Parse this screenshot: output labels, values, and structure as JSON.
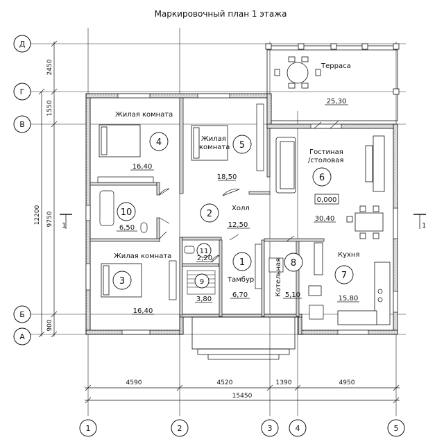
{
  "title": "Маркировочный план 1 этажа",
  "axes_rows": [
    "Д",
    "Г",
    "В",
    "Б",
    "А"
  ],
  "axes_cols": [
    "1",
    "2",
    "3",
    "4",
    "5"
  ],
  "dims_left": {
    "d_g": "2450",
    "g_v": "1550",
    "total_big": "12200",
    "total_small": "9750",
    "b_a": "900"
  },
  "dims_bottom": {
    "c12": "4590",
    "c23": "4520",
    "c34": "1390",
    "c45": "4950",
    "total": "15450"
  },
  "section_mark": "1",
  "level_mark": "0,000",
  "rooms": [
    {
      "number": "1",
      "name": "Тамбур",
      "area": "6,70"
    },
    {
      "number": "2",
      "name": "Холл",
      "area": "12,50"
    },
    {
      "number": "3",
      "name": "Жилая комната",
      "area": "16,40"
    },
    {
      "number": "4",
      "name": "Жилая комната",
      "area": "16,40"
    },
    {
      "number": "5",
      "name_line1": "Жилая",
      "name_line2": "комната",
      "area": "18,50"
    },
    {
      "number": "6",
      "name_line1": "Гостиная",
      "name_line2": "/столовая",
      "area": "30,40"
    },
    {
      "number": "7",
      "name": "Кухня",
      "area": "15,80"
    },
    {
      "number": "8",
      "name": "Котельная",
      "area": "5,10"
    },
    {
      "number": "9",
      "area": "3,80"
    },
    {
      "number": "10",
      "area": "6,50"
    },
    {
      "number": "11",
      "area": "2,20"
    }
  ],
  "terrace": {
    "name": "Терраса",
    "area": "25,30"
  },
  "colors": {
    "line": "#111111",
    "wall": "#d9d9d9",
    "bg": "#ffffff"
  }
}
